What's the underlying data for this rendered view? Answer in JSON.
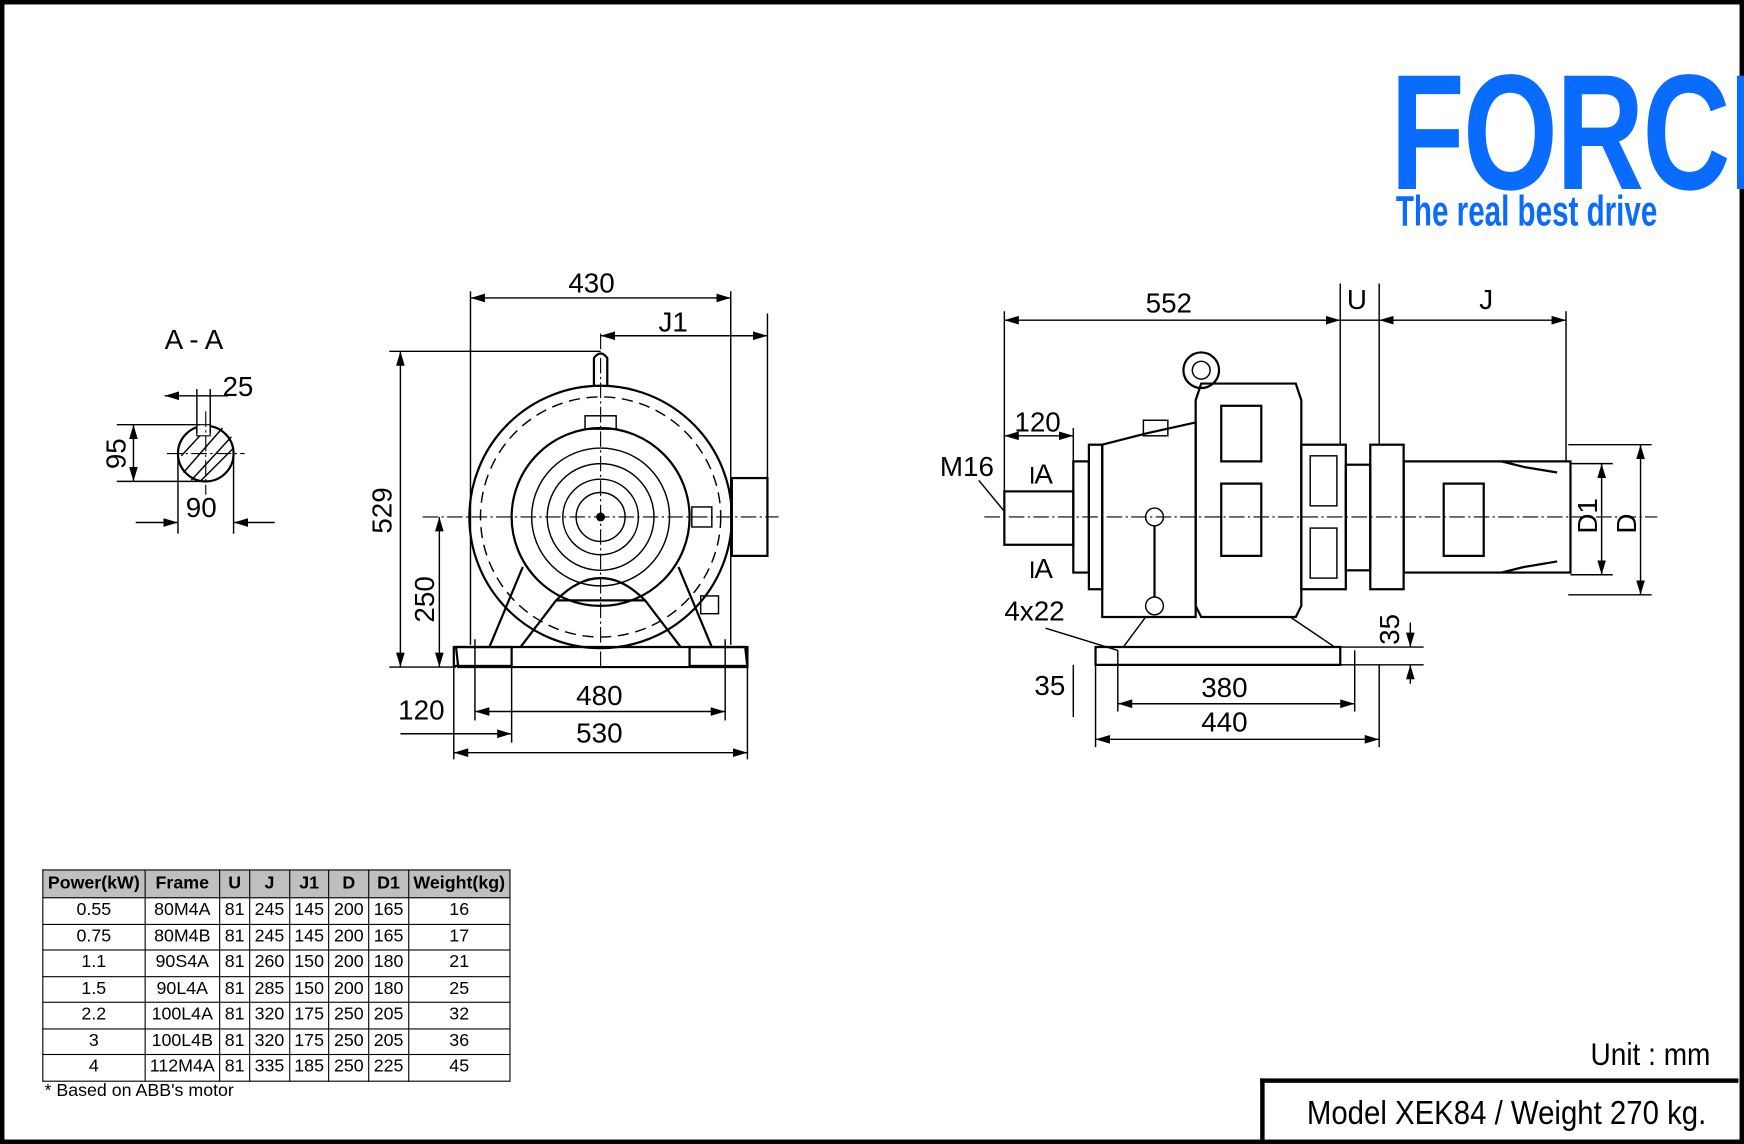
{
  "logo": {
    "brand": "FORCE",
    "tagline": "The real best drive",
    "color": "#0a6cff"
  },
  "section_view": {
    "title": "A - A",
    "dims": {
      "key_width": "25",
      "height": "95",
      "diameter": "90"
    }
  },
  "front_view": {
    "dims": {
      "width_top": "430",
      "j1": "J1",
      "height": "529",
      "center_height": "250",
      "foot_span": "480",
      "base_width": "530",
      "foot_width": "120"
    }
  },
  "side_view": {
    "dims": {
      "length": "552",
      "u": "U",
      "j": "J",
      "shaft_len": "120",
      "thread": "M16",
      "section_mark_top": "A",
      "section_mark_bottom": "A",
      "holes": "4x22",
      "base_thk_right": "35",
      "base_thk_left": "35",
      "hole_span": "380",
      "base_len": "440",
      "d1": "D1",
      "d": "D"
    }
  },
  "table": {
    "headers": [
      "Power(kW)",
      "Frame",
      "U",
      "J",
      "J1",
      "D",
      "D1",
      "Weight(kg)"
    ],
    "rows": [
      [
        "0.55",
        "80M4A",
        "81",
        "245",
        "145",
        "200",
        "165",
        "16"
      ],
      [
        "0.75",
        "80M4B",
        "81",
        "245",
        "145",
        "200",
        "165",
        "17"
      ],
      [
        "1.1",
        "90S4A",
        "81",
        "260",
        "150",
        "200",
        "180",
        "21"
      ],
      [
        "1.5",
        "90L4A",
        "81",
        "285",
        "150",
        "200",
        "180",
        "25"
      ],
      [
        "2.2",
        "100L4A",
        "81",
        "320",
        "175",
        "250",
        "205",
        "32"
      ],
      [
        "3",
        "100L4B",
        "81",
        "320",
        "175",
        "250",
        "205",
        "36"
      ],
      [
        "4",
        "112M4A",
        "81",
        "335",
        "185",
        "250",
        "225",
        "45"
      ]
    ],
    "note": "* Based on ABB's motor"
  },
  "unit": "Unit : mm",
  "model_label": "Model XEK84 / Weight 270 kg."
}
